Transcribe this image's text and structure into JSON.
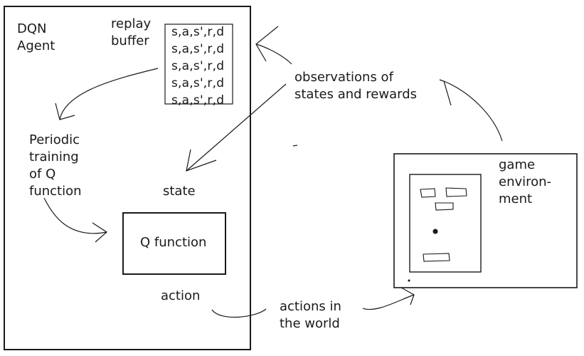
{
  "agent": {
    "title": "DQN\nAgent",
    "replay_label": "replay\nbuffer",
    "buffer_rows": [
      "s,a,s',r,d",
      "s,a,s',r,d",
      "s,a,s',r,d",
      "s,a,s',r,d",
      "s,a,s',r,d"
    ],
    "training_label": "Periodic\ntraining\nof Q\nfunction",
    "state_label": "state",
    "q_function_label": "Q function",
    "action_label": "action"
  },
  "environment": {
    "title": "game\nenviron-\nment"
  },
  "flows": {
    "observations_label": "observations of\nstates and rewards",
    "actions_label": "actions in\nthe world"
  },
  "colors": {
    "ink": "#1a1a1a",
    "background": "#ffffff"
  }
}
